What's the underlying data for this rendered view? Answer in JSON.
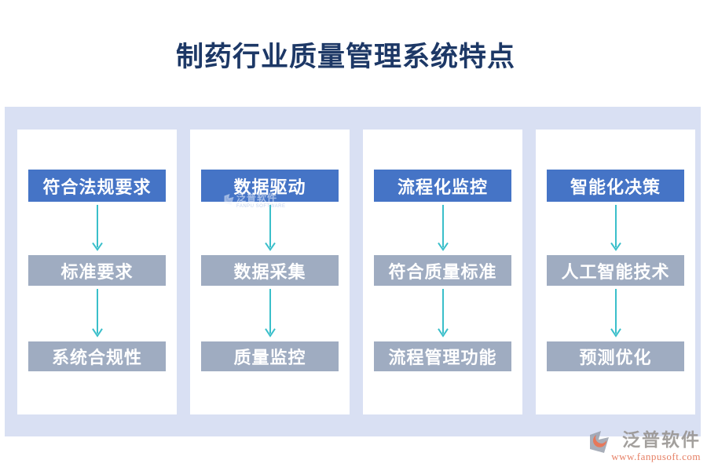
{
  "title": "制药行业质量管理系统特点",
  "colors": {
    "title_text": "#1d3866",
    "panel_background": "#d9e0f3",
    "header_box_blue": "#4574c6",
    "step_box_gray": "#9facc1",
    "arrow_teal": "#3abfca",
    "brand_name_gray": "#94908c",
    "brand_url_orange": "#e2694a"
  },
  "columns": [
    {
      "header": "符合法规要求",
      "steps": [
        "标准要求",
        "系统合规性"
      ]
    },
    {
      "header": "数据驱动",
      "steps": [
        "数据采集",
        "质量监控"
      ]
    },
    {
      "header": "流程化监控",
      "steps": [
        "符合质量标准",
        "流程管理功能"
      ]
    },
    {
      "header": "智能化决策",
      "steps": [
        "人工智能技术",
        "预测优化"
      ]
    }
  ],
  "watermark": {
    "name": "泛普软件",
    "subtext": "FANPU SOFTWARE"
  },
  "brand": {
    "name": "泛普软件",
    "url": "www.fanpusoft.com"
  }
}
